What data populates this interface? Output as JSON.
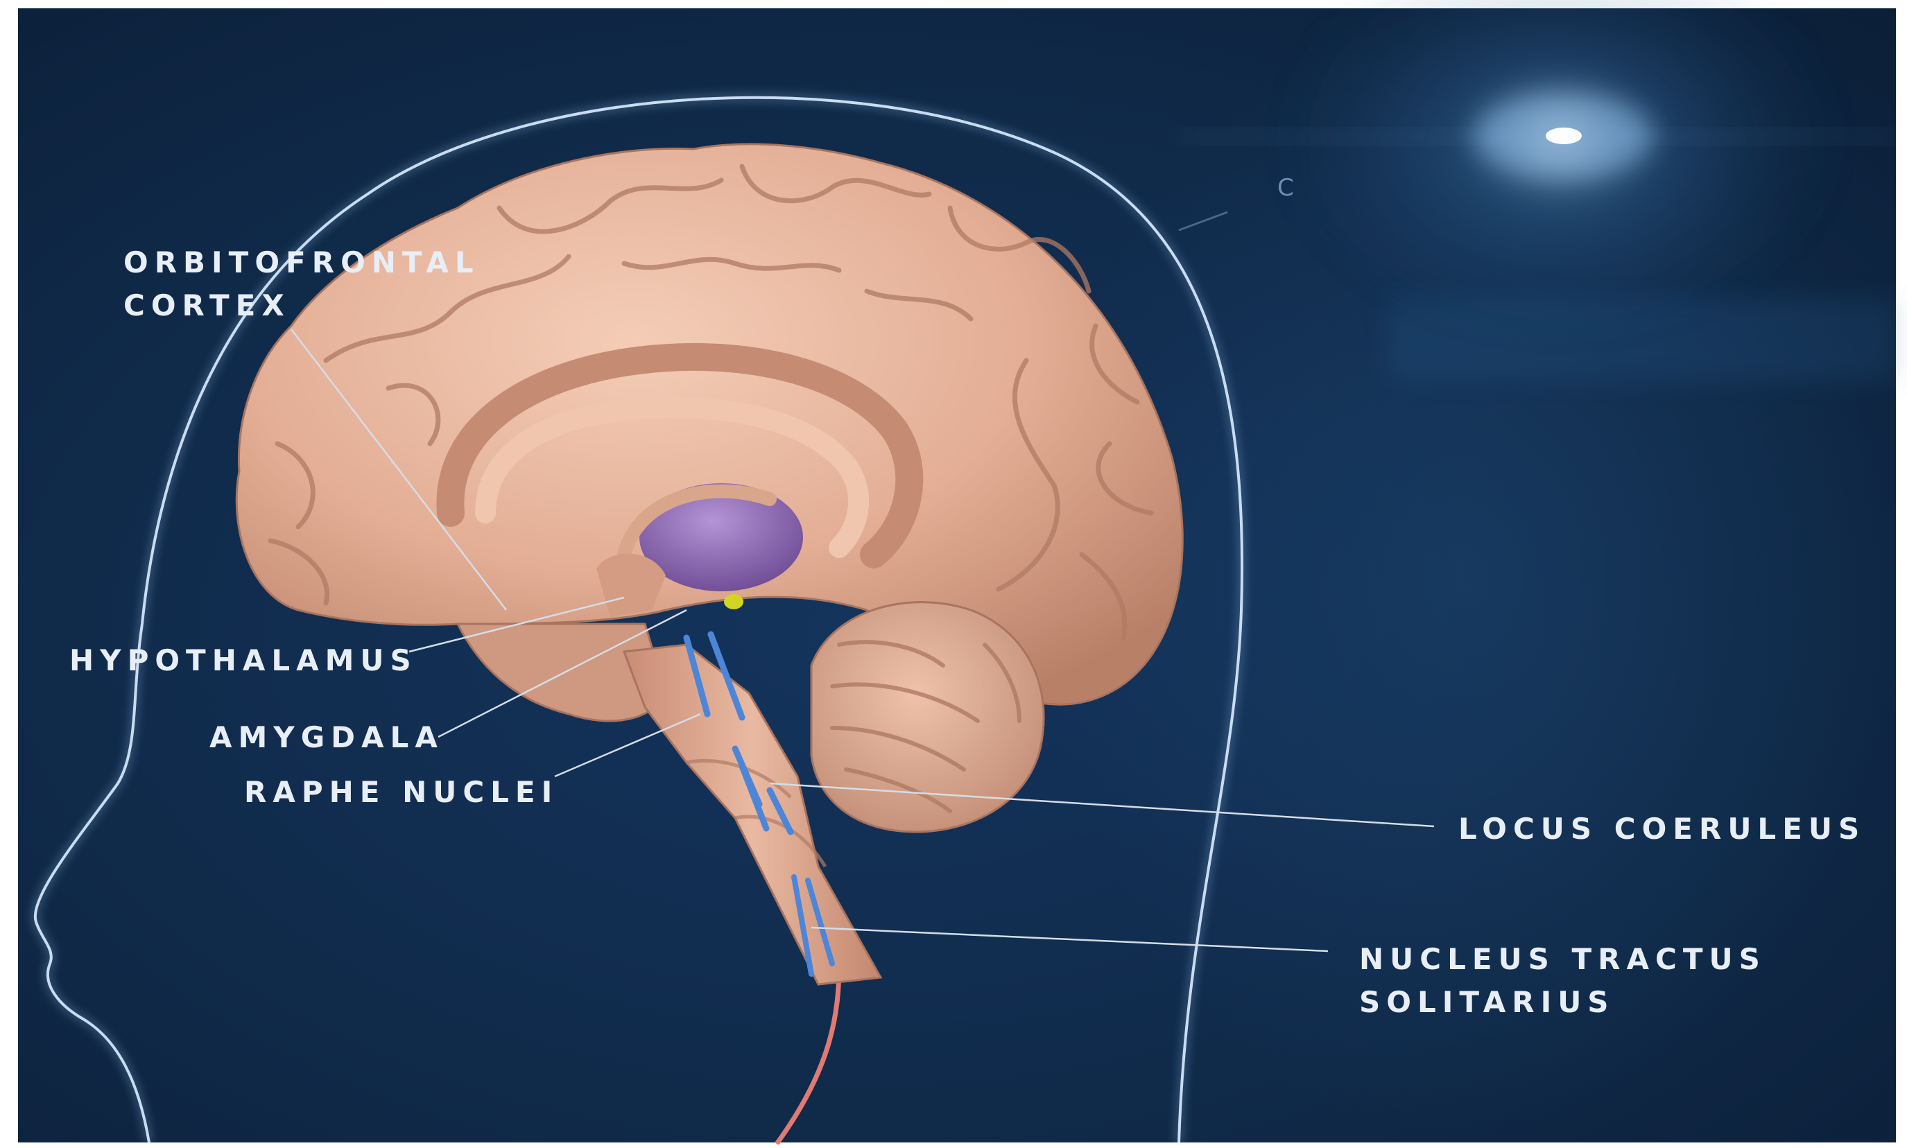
{
  "labels": {
    "orbitofrontal_line1": "ORBITOFRONTAL",
    "orbitofrontal_line2": "CORTEX",
    "hypothalamus": "HYPOTHALAMUS",
    "amygdala": "AMYGDALA",
    "raphe_nuclei": "RAPHE NUCLEI",
    "locus_coeruleus": "LOCUS COERULEUS",
    "nts_line1": "NUCLEUS TRACTUS",
    "nts_line2": "SOLITARIUS",
    "stray_mark": "C"
  },
  "colors": {
    "background_dark": "#0d2240",
    "background_mid": "#1c4a78",
    "head_outline": "#c9dcf2",
    "brain_tissue": "#e6b49a",
    "brain_shadow": "#9a6a58",
    "thalamus": "#8a62ae",
    "nuclei_blue": "#4d86d9",
    "amygdala_yellow": "#d4d423",
    "nerve": "#e07a72",
    "label_text": "#e8eef5",
    "leader_line": "#d6dde6"
  }
}
